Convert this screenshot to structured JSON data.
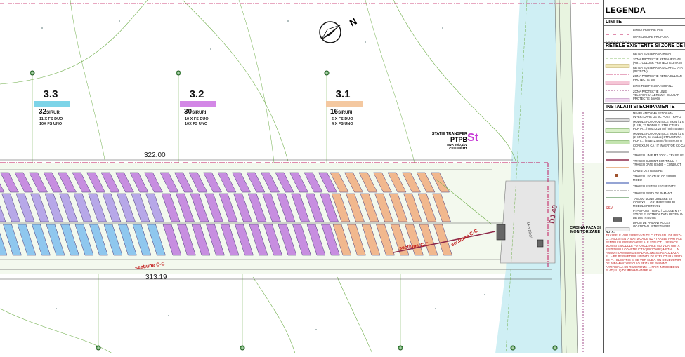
{
  "drawing": {
    "north_label": "N",
    "dimension_top": "322.00",
    "dimension_bottom": "313.19",
    "section_labels": [
      "sectiune C-C",
      "sectiune C-C",
      "sectiune C-C"
    ],
    "sub_fields": [
      {
        "id": "3.3",
        "count": "32",
        "unit": "SIRURI",
        "line1": "11 X FS DUO",
        "line2": "10X FS UNO",
        "color": "#7cd4e8",
        "panel_color": "#8fc7ee"
      },
      {
        "id": "3.2",
        "count": "30",
        "unit": "SIRURI",
        "line1": "10 X FS DUO",
        "line2": "10X FS UNO",
        "color": "#d387e6",
        "panel_color": "#c78ee0"
      },
      {
        "id": "3.1",
        "count": "16",
        "unit": "SIRURI",
        "line1": "6 X FS DUO",
        "line2": "4 X FS UNO",
        "color": "#f4c8a0",
        "panel_color": "#f1b88e"
      }
    ],
    "transfer_station": {
      "line1": "STATIE TRANSFER",
      "name": "PTPB",
      "line3": "MVA 20/0,4kV",
      "line4": "CELULE MT",
      "symbol": "St"
    },
    "cabin_label_1": "CABINA PAZA SI",
    "cabin_label_2": "MONITORIZARE",
    "road_labels": [
      "DJ 40",
      "LES 20kV"
    ],
    "colors": {
      "property_limit": "#c2185b",
      "mv_cable": "#8e2a4a",
      "grass": "#d6ebc6",
      "road": "#c9ecf2",
      "contour": "#6fae4a"
    }
  },
  "legend": {
    "title": "LEGENDA",
    "sections": [
      {
        "heading": "LIMITE",
        "items": [
          {
            "sym": "prop",
            "text": "LIMITA PROPRIETATE"
          },
          {
            "sym": "fence",
            "text": "IMPREJMUIRE PROPUSA"
          }
        ]
      },
      {
        "heading": "RETELE EXISTENTE SI ZONE DE PRO",
        "items": [
          {
            "sym": "irig",
            "text": "RETEA SUBTERANA IRIGATI"
          },
          {
            "sym": "zone-irig",
            "text": "ZONA PROTECTIE RETEA IRIGATII (AR… CULUAR PROTECTIE 3m+3m"
          },
          {
            "sym": "desecare",
            "text": "RETEA SUBTERANA DEZAFECTATA (PETROM)"
          },
          {
            "sym": "zone-pink",
            "text": "ZONA PROTECTIE RETEA CULUAR PROTECTIE 6m"
          },
          {
            "sym": "tel",
            "text": "LINIE TELEFONICA AERIANA"
          },
          {
            "sym": "zone-tel",
            "text": "ZONA PROTECTIE LINIE TELEFONICA AERIANA - CULUAR PROTECTIE 6m+6m"
          }
        ]
      },
      {
        "heading": "INSTALATII SI ECHIPAMENTE",
        "items": [
          {
            "sym": "ptpb-sym",
            "text": "MINIPLATFORMA BETONATA INVERTOARE DE 3C POST TRAFO"
          },
          {
            "sym": "module1",
            "text": "MODULE FOTOVOLTAICE 250W / 1 x (1 SIR, 22 MODULE) STRUCTURA PORTA… hmax=2,28 m / hmin=0,56 m"
          },
          {
            "sym": "module2",
            "text": "MODULE FOTOVOLTAICE 250W / 2 x (2 SIRURI, 44 module) STRUCTURA PORT… hmax=2,58 m / hmin=0,98 m"
          },
          {
            "sym": "cc",
            "text": "CONEXIUNI CA / IT INVERTOR CC-CA S"
          },
          {
            "sym": "mt",
            "text": "TRASEU LINIE MT 20kV + TRASEU F"
          },
          {
            "sym": "dc",
            "text": "TRASEU CURENT CONTINUU + TRASEU DATE RS485 + CONDUCT"
          },
          {
            "sym": "camin",
            "text": "CAMIN DE TRAGERE"
          },
          {
            "sym": "cc-link",
            "text": "TRASEU LEGATURI CC SIRURI MODU"
          },
          {
            "sym": "sec",
            "text": "TRASEU SISTEM SECURITATE"
          },
          {
            "sym": "earth",
            "text": "TRASEU PRIZA DE PAMANT"
          },
          {
            "sym": "ssm",
            "text": "TABLOU MONITORIZARE SI CONEXIU… GRUPARE SIRURI MODULE FOTOVOL"
          },
          {
            "sym": "ptpb2",
            "text": "PTPB POST TRAFO / CELULE MT - STATIE ELECTRICA DATA RETEAUA DE DISTRIBUTIE"
          },
          {
            "sym": "drum",
            "text": "DRUM DE PAMANT ACCES OCAZIONAL INTRETINERE"
          }
        ]
      }
    ],
    "nota_heading": "NOTA:",
    "nota_text": "TRASEELE VOR FI PREVAZUTE CU TRASEU DE PRIZA C… REZISTENTA MAI MICA DE 4Ω - TRASEE PARTIALE PENTRU SUPRAVEGHERE ALE STRUCT… SE FACE MONTATE MODULE FOTOVOLTAICE 450 V DATORITA SISTEMULUI CONSTRUCTIV (PICIOARE) METAL… IN PAMANT LA MINIM 1.4m ADANCIME SE REALIZEAZA S… - PE PERIMETRUL UNITATII DE STRUCTURA PRIZA DE P… ELECTRIC SI SE VOR SUDA. UN CONDUCTOR DE IMPAMANTARE CU O PRIZA DE PAMANT ARTIFICIALA CU REZISTENTA … PRIN INTERMEDIUL PLAT(ULUI) DE IMPAMANTARE AL"
  }
}
